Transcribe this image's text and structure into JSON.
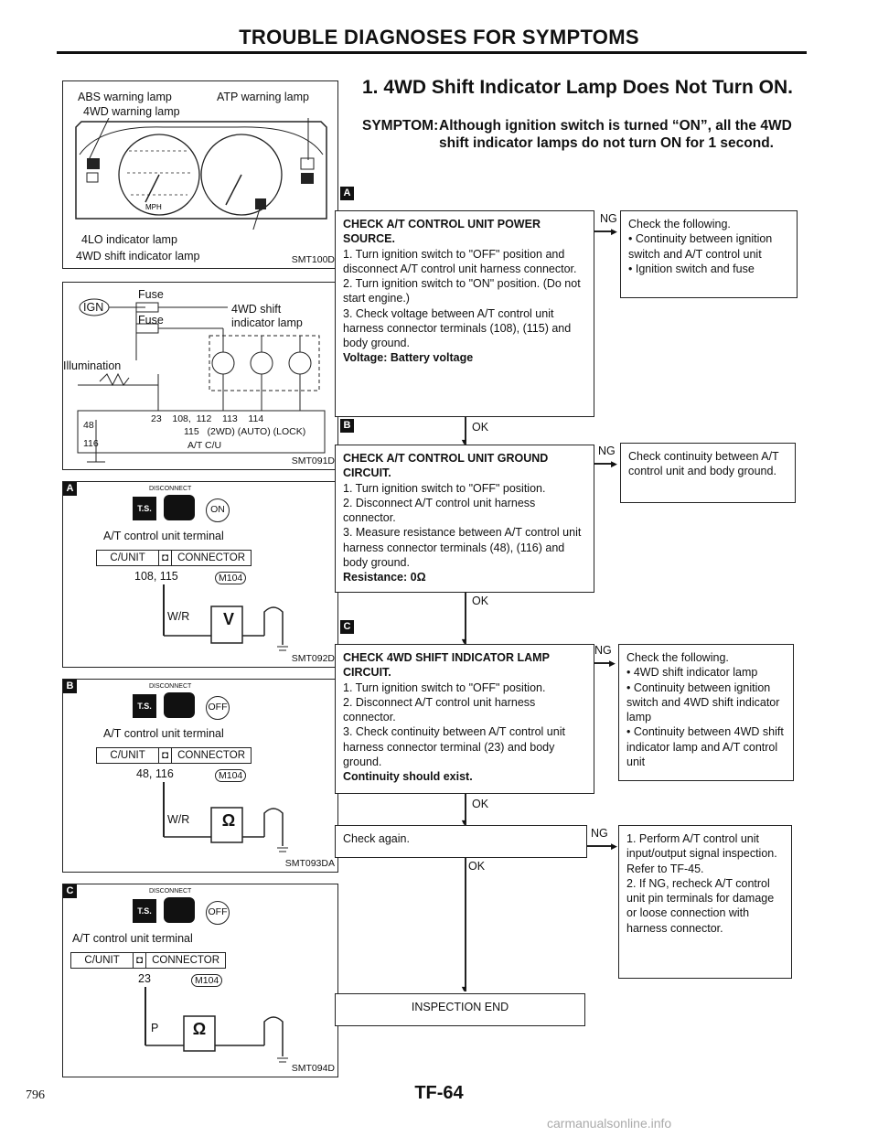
{
  "header": {
    "title": "TROUBLE DIAGNOSES FOR SYMPTOMS"
  },
  "figure1": {
    "labels": {
      "abs": "ABS warning lamp",
      "atp": "ATP warning lamp",
      "fwd_warning": "4WD warning lamp",
      "lo": "4LO indicator lamp",
      "shift": "4WD shift indicator lamp"
    },
    "ref": "SMT100D"
  },
  "figure2": {
    "ign": "IGN",
    "fuse1": "Fuse",
    "fuse2": "Fuse",
    "lamp": "4WD shift indicator lamp",
    "illumination": "Illumination",
    "terminals_top": "23    108,  112    113    114",
    "terminals_bottom": "115   (2WD) (AUTO) (LOCK)",
    "unit": "A/T C/U",
    "t48": "48",
    "t116": "116",
    "ref": "SMT091D"
  },
  "figureA": {
    "badge": "A",
    "disconnect": "DISCONNECT",
    "ts": "T.S.",
    "ign": "ON",
    "caption": "A/T control unit terminal",
    "conn_left": "C/UNIT",
    "conn_right": "CONNECTOR",
    "terminals": "108, 115",
    "connector_id": "M104",
    "wire": "W/R",
    "meter": "V",
    "ref": "SMT092D"
  },
  "figureB": {
    "badge": "B",
    "disconnect": "DISCONNECT",
    "ts": "T.S.",
    "ign": "OFF",
    "caption": "A/T control unit terminal",
    "conn_left": "C/UNIT",
    "conn_right": "CONNECTOR",
    "terminals": "48, 116",
    "connector_id": "M104",
    "wire": "W/R",
    "meter": "Ω",
    "ref": "SMT093DA"
  },
  "figureC": {
    "badge": "C",
    "disconnect": "DISCONNECT",
    "ts": "T.S.",
    "ign": "OFF",
    "caption": "A/T control unit terminal",
    "conn_left": "C/UNIT",
    "conn_right": "CONNECTOR",
    "terminals": "23",
    "connector_id": "M104",
    "wire": "P",
    "meter": "Ω",
    "ref": "SMT094D"
  },
  "section": {
    "title": "1. 4WD Shift Indicator Lamp Does Not Turn ON.",
    "symptom_label": "SYMPTOM:",
    "symptom_text": "Although ignition switch is turned “ON”, all the 4WD shift indicator lamps do not turn ON for 1 second."
  },
  "flow": {
    "step_a": {
      "badge": "A",
      "title": "CHECK A/T CONTROL UNIT POWER SOURCE.",
      "s1": "1. Turn ignition switch to \"OFF\" position and disconnect A/T control unit harness connector.",
      "s2": "2. Turn ignition switch to \"ON\" position. (Do not start engine.)",
      "s3": "3. Check voltage between A/T control unit harness connector terminals (108), (115) and body ground.",
      "result": "Voltage: Battery voltage",
      "ng": "NG",
      "ok": "OK",
      "ng_title": "Check the following.",
      "ng_items": [
        "Continuity between ignition switch and A/T control unit",
        "Ignition switch and fuse"
      ]
    },
    "step_b": {
      "badge": "B",
      "title": "CHECK A/T CONTROL UNIT GROUND CIRCUIT.",
      "s1": "1. Turn ignition switch to \"OFF\" position.",
      "s2": "2. Disconnect A/T control unit harness connector.",
      "s3": "3. Measure resistance between A/T control unit harness connector terminals (48), (116) and body ground.",
      "result": "Resistance: 0Ω",
      "ng": "NG",
      "ok": "OK",
      "ng_text": "Check continuity between A/T control unit and body ground."
    },
    "step_c": {
      "badge": "C",
      "title": "CHECK 4WD SHIFT INDICATOR LAMP CIRCUIT.",
      "s1": "1. Turn ignition switch to \"OFF\" position.",
      "s2": "2. Disconnect A/T control unit harness connector.",
      "s3": "3. Check continuity between A/T control unit harness connector terminal (23) and body ground.",
      "result": "Continuity should exist.",
      "ng": "NG",
      "ok": "OK",
      "ng_title": "Check the following.",
      "ng_items": [
        "4WD shift indicator lamp",
        "Continuity between ignition switch and 4WD shift indicator lamp",
        "Continuity between 4WD shift indicator lamp and A/T control unit"
      ]
    },
    "step_d": {
      "text": "Check again.",
      "ng": "NG",
      "ok": "OK",
      "ng_items": [
        "1. Perform A/T control unit input/output signal inspection. Refer to TF-45.",
        "2. If NG, recheck A/T control unit pin terminals for damage or loose connection with harness connector."
      ]
    },
    "end": "INSPECTION END"
  },
  "footer": {
    "page_left": "796",
    "page_code": "TF-64",
    "watermark": "carmanualsonline.info"
  }
}
